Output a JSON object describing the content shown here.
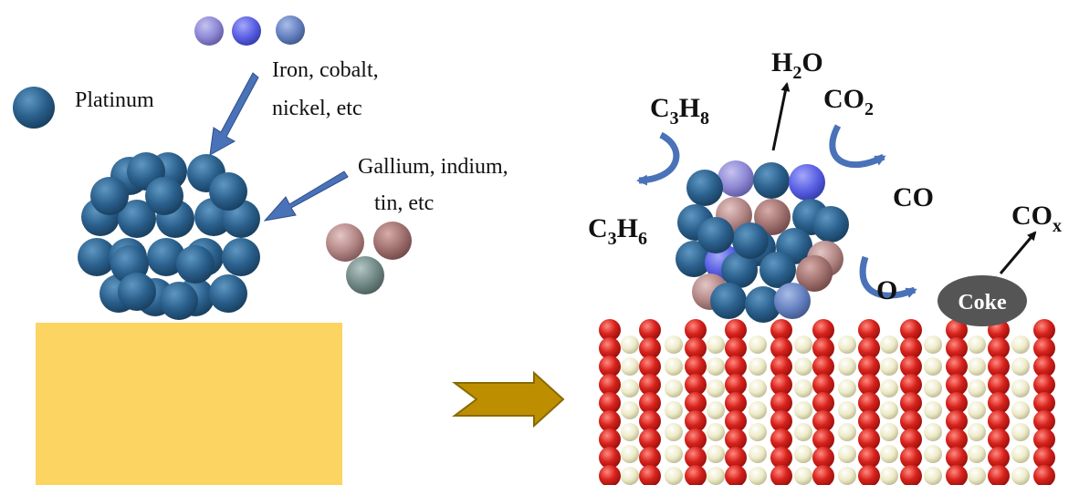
{
  "colors": {
    "platinum": "#2a5f8c",
    "iron": "#8f89d6",
    "cobalt": "#5b61e4",
    "nickel": "#6883c2",
    "gallium": "#b48887",
    "indium": "#a0716f",
    "tin": "#738b88",
    "support": "#fbd462",
    "oxygen": "#d8221c",
    "aluminium": "#eeebc8",
    "arrow_blue": "#4a72b8",
    "big_arrow": "#bd8f00",
    "coke": "#555555"
  },
  "icons": [
    "platinum-atom",
    "promoter-atom",
    "yellow-support",
    "transition-arrow",
    "alumina-lattice",
    "coke-deposit"
  ],
  "labels": {
    "platinum": "Platinum",
    "iron_line1": "Iron, cobalt,",
    "iron_line2": "nickel, etc",
    "gallium_line1": "Gallium, indium,",
    "gallium_line2": "tin, etc",
    "coke": "Coke"
  },
  "molecules": {
    "c3h8": {
      "a": "C",
      "a_sub": "3",
      "b": "H",
      "b_sub": "8"
    },
    "c3h6": {
      "a": "C",
      "a_sub": "3",
      "b": "H",
      "b_sub": "6"
    },
    "h2o": {
      "a": "H",
      "a_sub": "2",
      "b": "O"
    },
    "co2": {
      "a": "CO",
      "a_sub": "2"
    },
    "co": {
      "a": "CO"
    },
    "cox": {
      "a": "CO",
      "a_sub": "x"
    },
    "o": {
      "a": "O"
    }
  }
}
